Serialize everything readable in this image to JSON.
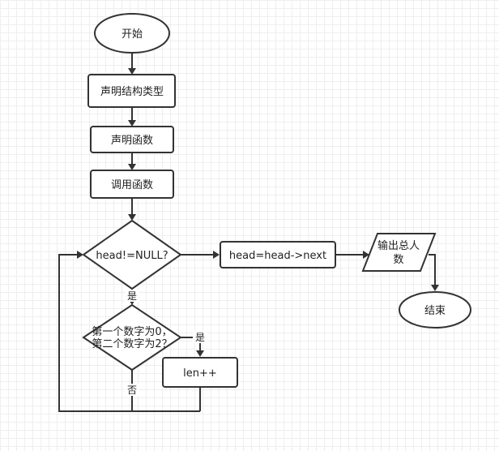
{
  "nodes": {
    "start": "开始",
    "declare_struct": "声明结构类型",
    "declare_func": "声明函数",
    "call_func": "调用函数",
    "decision_null": "head!=NULL?",
    "advance": "head=head->next",
    "output_line1": "输出总人",
    "output_line2": "数",
    "end": "结束",
    "decision_digits_line1": "第一个数字为0，",
    "decision_digits_line2": "第二个数字为2？",
    "increment": "len++"
  },
  "edges": {
    "yes_1": "是",
    "yes_2": "是",
    "no": "否"
  }
}
